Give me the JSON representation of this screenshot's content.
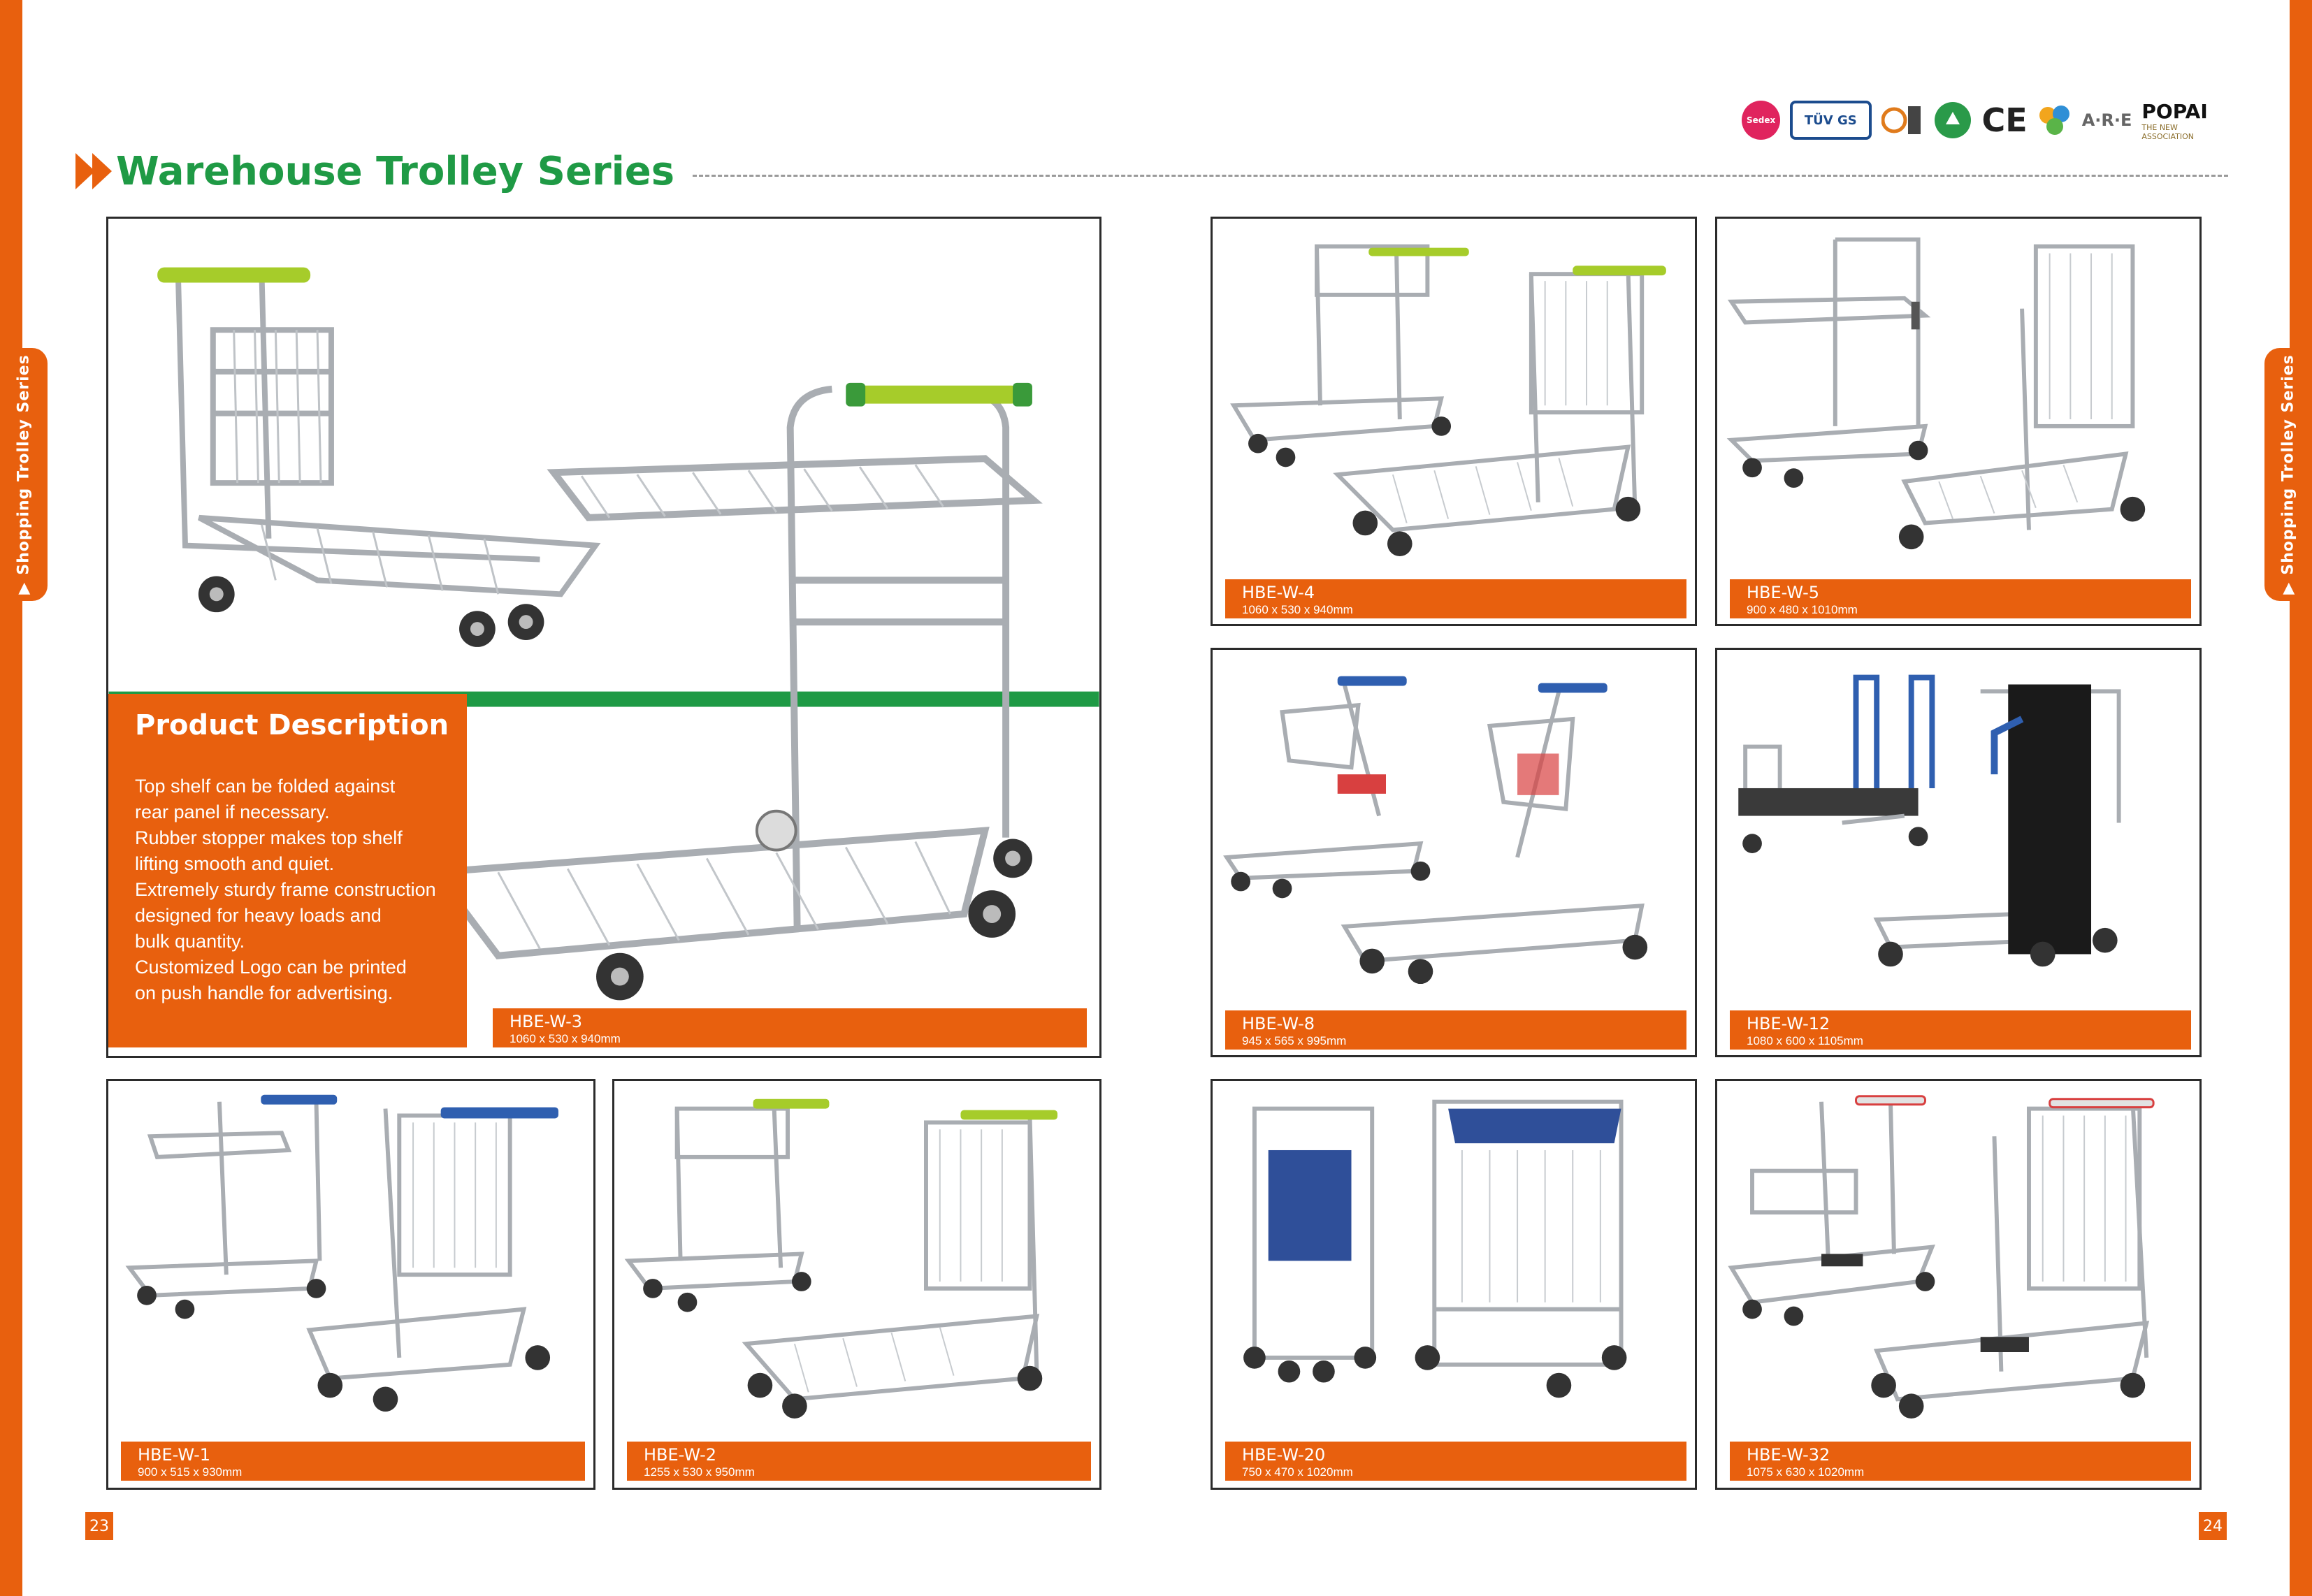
{
  "side_tab_left": "Shopping Trolley Series",
  "side_tab_right": "Shopping Trolley Series",
  "header": {
    "title": "Warehouse Trolley Series"
  },
  "certifications": {
    "sedex": "Sedex",
    "tuv": "TÜV GS",
    "ce": "CE",
    "are": "A·R·E",
    "popai": "POPAI",
    "popai_sub": "THE NEW ASSOCIATION"
  },
  "description": {
    "title": "Product Description",
    "lines": [
      "Top shelf can be folded against",
      "rear panel if necessary.",
      "Rubber stopper makes top shelf",
      "lifting smooth and quiet.",
      "Extremely sturdy frame construction",
      "designed for heavy loads and",
      "bulk quantity.",
      "Customized Logo can be printed",
      "on push handle for advertising."
    ]
  },
  "products": {
    "w3": {
      "code": "HBE-W-3",
      "dims": "1060 x 530 x 940mm"
    },
    "w4": {
      "code": "HBE-W-4",
      "dims": "1060 x 530 x 940mm"
    },
    "w5": {
      "code": "HBE-W-5",
      "dims": "900 x 480 x 1010mm"
    },
    "w8": {
      "code": "HBE-W-8",
      "dims": "945 x 565 x 995mm"
    },
    "w12": {
      "code": "HBE-W-12",
      "dims": "1080 x 600 x 1105mm"
    },
    "w1": {
      "code": "HBE-W-1",
      "dims": "900 x 515 x 930mm"
    },
    "w2": {
      "code": "HBE-W-2",
      "dims": "1255 x 530 x 950mm"
    },
    "w20": {
      "code": "HBE-W-20",
      "dims": "750 x 470 x 1020mm"
    },
    "w32": {
      "code": "HBE-W-32",
      "dims": "1075 x 630 x 1020mm"
    }
  },
  "colors": {
    "accent": "#e8600e",
    "title_green": "#1f9a45",
    "handle_green": "#a6cc2a",
    "handle_blue": "#2f5fb0"
  },
  "page_numbers": {
    "left": "23",
    "right": "24"
  }
}
